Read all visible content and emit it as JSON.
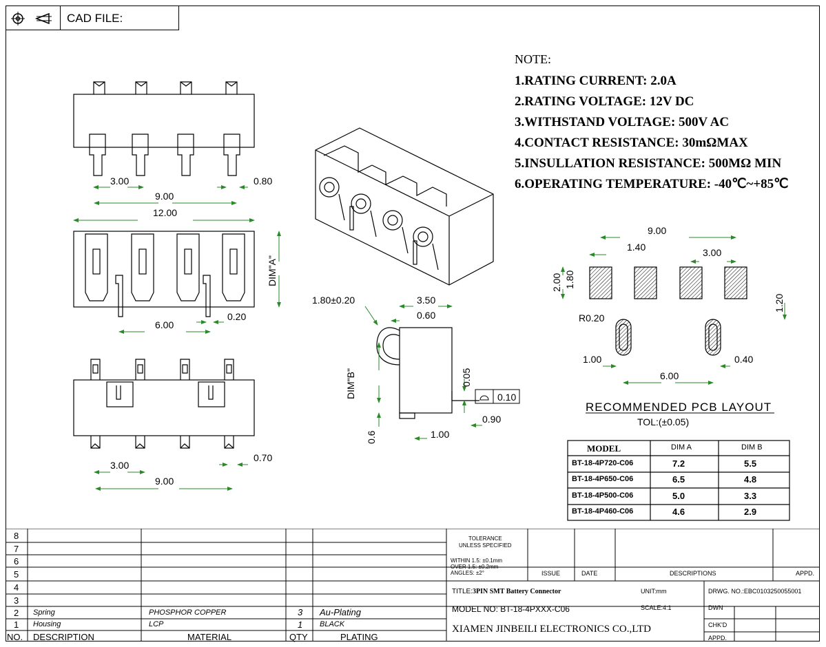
{
  "header": {
    "cad_label": "CAD FILE:"
  },
  "notes": {
    "title": "NOTE:",
    "items": [
      "1.RATING CURRENT: 2.0A",
      "2.RATING VOLTAGE: 12V DC",
      "3.WITHSTAND VOLTAGE: 500V  AC",
      "4.CONTACT RESISTANCE: 30mΩMAX",
      "5.INSULLATION RESISTANCE: 500MΩ MIN",
      "6.OPERATING TEMPERATURE: -40℃~+85℃"
    ]
  },
  "dims": {
    "top_pitch": "3.00",
    "top_span": "9.00",
    "top_pin": "0.80",
    "body_width": "12.00",
    "dim_a": "DIM\"A\"",
    "mid_pitch": "6.00",
    "mid_pin": "0.20",
    "bot_pitch": "3.00",
    "bot_span": "9.00",
    "bot_pin": "0.70",
    "side_spring": "1.80±0.20",
    "side_width": "3.50",
    "side_inner": "0.60",
    "dim_b": "DIM\"B\"",
    "side_flat": "0.05",
    "side_tol": "0.10",
    "side_pad": "0.90",
    "side_foot": "1.00",
    "side_h": "0.6"
  },
  "pcb": {
    "span": "9.00",
    "offset": "1.40",
    "pitch": "3.00",
    "h1": "2.00",
    "h2": "1.80",
    "gap": "1.20",
    "radius": "R0.20",
    "slot_w": "1.00",
    "slot_off": "0.40",
    "slot_pitch": "6.00",
    "caption": "RECOMMENDED PCB LAYOUT",
    "tolerance": "TOL:(±0.05)"
  },
  "model_table": {
    "headers": [
      "MODEL",
      "DIM A",
      "DIM B"
    ],
    "rows": [
      [
        "BT-18-4P720-C06",
        "7.2",
        "5.5"
      ],
      [
        "BT-18-4P650-C06",
        "6.5",
        "4.8"
      ],
      [
        "BT-18-4P500-C06",
        "5.0",
        "3.3"
      ],
      [
        "BT-18-4P460-C06",
        "4.6",
        "2.9"
      ]
    ]
  },
  "bom": {
    "row_numbers": [
      "8",
      "7",
      "6",
      "5",
      "4",
      "3",
      "2",
      "1"
    ],
    "rows": [
      {
        "no": "2",
        "desc": "Spring",
        "material": "PHOSPHOR COPPER",
        "qty": "3",
        "plating": "Au-Plating"
      },
      {
        "no": "1",
        "desc": "Housing",
        "material": "LCP",
        "qty": "1",
        "plating": "BLACK"
      }
    ],
    "headers": {
      "no": "NO.",
      "desc": "DESCRIPTION",
      "material": "MATERIAL",
      "qty": "QTY",
      "plating": "PLATING"
    }
  },
  "title_block": {
    "tolerance_title": "TOLERANCE",
    "tolerance_sub": "UNLESS SPECIFIED",
    "within": "WITHIN 1.5: ±0.1mm",
    "over": "OVER 1.5: ±0.2mm",
    "angles": "ANGLES: ±2°",
    "issue": "ISSUE",
    "date": "DATE",
    "descriptions": "DESCRIPTIONS",
    "appd": "APPD.",
    "title_label": "TITLE:",
    "title_value": "3PIN SMT Battery Connector",
    "unit": "UNIT:mm",
    "drwg": "DRWG. NO.:EBC0103250055001",
    "model_no": "MODEL NO: BT-18-4PXXX-C06",
    "scale": "SCALE:4:1",
    "dwn": "DWN",
    "chkd": "CHK'D",
    "appd2": "APPD.",
    "company": "XIAMEN JINBEILI ELECTRONICS CO.,LTD"
  }
}
